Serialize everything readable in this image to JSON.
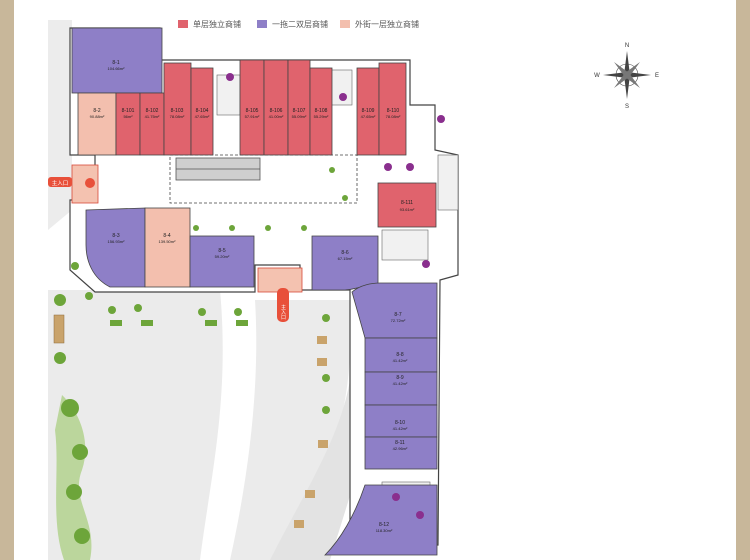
{
  "legend": [
    {
      "label": "单层独立商铺",
      "color": "#e0636d"
    },
    {
      "label": "一拖二双层商铺",
      "color": "#8e7fc7"
    },
    {
      "label": "外街一层独立商铺",
      "color": "#f3bfae"
    }
  ],
  "compass": {
    "n": "N",
    "s": "S",
    "e": "E",
    "w": "W"
  },
  "entrances": {
    "west": "主入口",
    "south": "主入口"
  },
  "units": [
    {
      "id": "8-1",
      "area": "104.66m²",
      "type": "duplex"
    },
    {
      "id": "8-2",
      "area": "90.88m²",
      "type": "street"
    },
    {
      "id": "8-101",
      "area": "56m²",
      "type": "single"
    },
    {
      "id": "8-102",
      "area": "41.75m²",
      "type": "single"
    },
    {
      "id": "8-103",
      "area": "78.08m²",
      "type": "single"
    },
    {
      "id": "8-104",
      "area": "47.65m²",
      "type": "single"
    },
    {
      "id": "8-105",
      "area": "57.91m²",
      "type": "single"
    },
    {
      "id": "8-106",
      "area": "41.00m²",
      "type": "single"
    },
    {
      "id": "8-107",
      "area": "55.09m²",
      "type": "single"
    },
    {
      "id": "8-108",
      "area": "55.29m²",
      "type": "single"
    },
    {
      "id": "8-109",
      "area": "47.65m²",
      "type": "single"
    },
    {
      "id": "8-110",
      "area": "78.08m²",
      "type": "single"
    },
    {
      "id": "8-111",
      "area": "93.61m²",
      "type": "single"
    },
    {
      "id": "8-3",
      "area": "156.93m²",
      "type": "duplex"
    },
    {
      "id": "8-4",
      "area": "139.50m²",
      "type": "street"
    },
    {
      "id": "8-5",
      "area": "59.20m²",
      "type": "duplex"
    },
    {
      "id": "8-6",
      "area": "67.15m²",
      "type": "duplex"
    },
    {
      "id": "8-7",
      "area": "72.72m²",
      "type": "duplex"
    },
    {
      "id": "8-8",
      "area": "41.42m²",
      "type": "duplex"
    },
    {
      "id": "8-9",
      "area": "41.42m²",
      "type": "duplex"
    },
    {
      "id": "8-10",
      "area": "41.42m²",
      "type": "duplex"
    },
    {
      "id": "8-11",
      "area": "42.96m²",
      "type": "duplex"
    },
    {
      "id": "8-12",
      "area": "118.30m²",
      "type": "duplex"
    }
  ],
  "colors": {
    "single": "#e0636d",
    "duplex": "#8e7fc7",
    "street": "#f3bfae",
    "entrance": "#e8503a",
    "elevator": "#8a2f8e",
    "plaza": "#ebebeb",
    "tree": "#6da53a"
  }
}
